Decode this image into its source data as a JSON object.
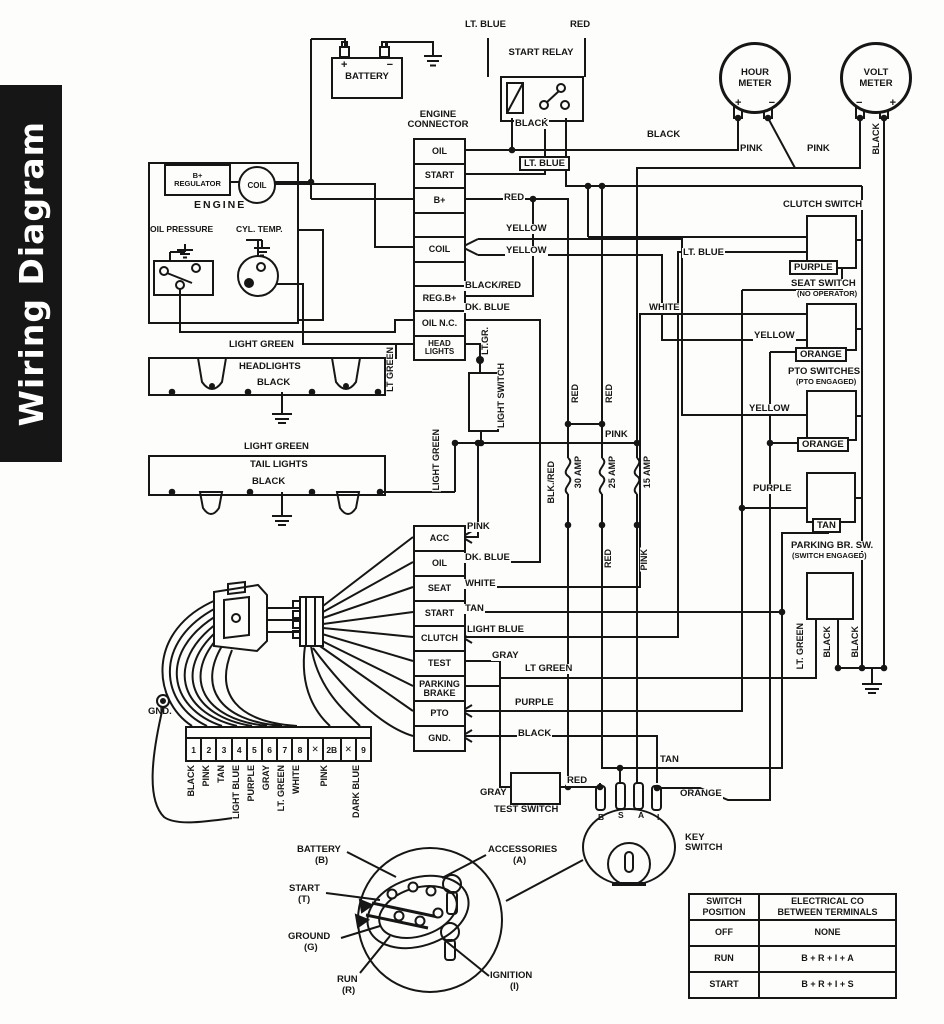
{
  "banner": {
    "title": "Wiring Diagram"
  },
  "battery": {
    "label": "BATTERY",
    "plus": "+",
    "minus": "−"
  },
  "relay": {
    "title": "START RELAY",
    "wire_lt_blue_top": "LT. BLUE",
    "wire_red_top": "RED",
    "wire_black": "BLACK",
    "wire_lt_blue": "LT. BLUE"
  },
  "hour_meter": {
    "line1": "HOUR",
    "line2": "METER",
    "left_sign": "+",
    "right_sign": "−"
  },
  "volt_meter": {
    "line1": "VOLT",
    "line2": "METER",
    "left_sign": "−",
    "right_sign": "+"
  },
  "meter_wires": {
    "black": "BLACK",
    "pink_left": "PINK",
    "pink_right": "PINK",
    "black_vert": "BLACK"
  },
  "engine_connector": {
    "title1": "ENGINE",
    "title2": "CONNECTOR",
    "cells": [
      "OIL",
      "START",
      "B+",
      "",
      "COIL",
      "",
      "REG.B+",
      "OIL N.C.",
      "HEAD LIGHTS"
    ],
    "wire_red": "RED",
    "wire_yellow1": "YELLOW",
    "wire_yellow2": "YELLOW",
    "wire_black_red": "BLACK/RED",
    "wire_dk_blue": "DK. BLUE"
  },
  "engine": {
    "title": "ENGINE",
    "regulator1": "B+",
    "regulator2": "REGULATOR",
    "coil": "COIL",
    "oil_pressure": "OIL PRESSURE",
    "cyl_temp": "CYL. TEMP."
  },
  "headlights": {
    "wire_top": "LIGHT GREEN",
    "title": "HEADLIGHTS",
    "wire_bottom": "BLACK",
    "wire_side": "LT GREEN"
  },
  "tail_lights": {
    "wire_top": "LIGHT GREEN",
    "title": "TAIL LIGHTS",
    "wire_bottom": "BLACK",
    "wire_side": "LIGHT GREEN"
  },
  "light_switch": {
    "title": "LIGHT SWITCH",
    "wire_top": "LT.GR.",
    "wire_bottom": "PINK"
  },
  "fuses": {
    "blk_red": "BLK./RED",
    "f30": "30 AMP",
    "f25": "25 AMP",
    "f15": "15 AMP",
    "red_up1": "RED",
    "red_up2": "RED",
    "red_down": "RED",
    "pink_down": "PINK"
  },
  "main_connector": {
    "cells": [
      "ACC",
      "OIL",
      "SEAT",
      "START",
      "CLUTCH",
      "TEST",
      "PARKING BRAKE",
      "PTO",
      "GND."
    ],
    "wires": [
      "PINK",
      "DK. BLUE",
      "WHITE",
      "TAN",
      "LIGHT BLUE",
      "GRAY",
      "LT GREEN",
      "PURPLE",
      "BLACK"
    ]
  },
  "clutch_switch": {
    "title": "CLUTCH SWITCH",
    "wire_purple": "PURPLE",
    "wire_lt_blue": "LT. BLUE"
  },
  "seat_switch": {
    "title": "SEAT SWITCH",
    "subtitle": "(NO OPERATOR)",
    "wire_white": "WHITE",
    "wire_yellow": "YELLOW",
    "wire_orange": "ORANGE"
  },
  "pto_switches": {
    "title": "PTO SWITCHES",
    "subtitle": "(PTO ENGAGED)",
    "wire_yellow": "YELLOW",
    "wire_orange": "ORANGE"
  },
  "interlock_switch": {
    "wire_purple": "PURPLE",
    "wire_tan": "TAN"
  },
  "parking_brake_switch": {
    "title": "PARKING BR. SW.",
    "subtitle": "(SWITCH ENGAGED)",
    "wire_lt_green": "LT. GREEN",
    "wire_black1": "BLACK",
    "wire_black2": "BLACK"
  },
  "test_switch": {
    "title": "TEST SWITCH",
    "wire_gray": "GRAY",
    "wire_red": "RED"
  },
  "key_switch": {
    "title1": "KEY",
    "title2": "SWITCH",
    "terminals": [
      "B",
      "S",
      "A",
      "I"
    ],
    "wire_tan": "TAN",
    "wire_orange": "ORANGE"
  },
  "harness": {
    "gnd": "GND.",
    "terminals": [
      "1",
      "2",
      "3",
      "4",
      "5",
      "6",
      "7",
      "8",
      "✕",
      "2B",
      "✕",
      "9"
    ],
    "colors": [
      "BLACK",
      "PINK",
      "TAN",
      "LIGHT BLUE",
      "PURPLE",
      "GRAY",
      "LT. GREEN",
      "WHITE",
      "PINK",
      "DARK BLUE"
    ]
  },
  "key_detail": {
    "battery": "BATTERY",
    "battery_t": "(B)",
    "start": "START",
    "start_t": "(T)",
    "ground": "GROUND",
    "ground_t": "(G)",
    "run": "RUN",
    "run_t": "(R)",
    "accessories": "ACCESSORIES",
    "accessories_t": "(A)",
    "ignition": "IGNITION",
    "ignition_t": "(I)"
  },
  "table": {
    "h1a": "SWITCH",
    "h1b": "POSITION",
    "h2a": "ELECTRICAL CO",
    "h2b": "BETWEEN TERMINALS",
    "rows": [
      [
        "OFF",
        "NONE"
      ],
      [
        "RUN",
        "B + R + I + A"
      ],
      [
        "START",
        "B + R + I + S"
      ]
    ]
  }
}
